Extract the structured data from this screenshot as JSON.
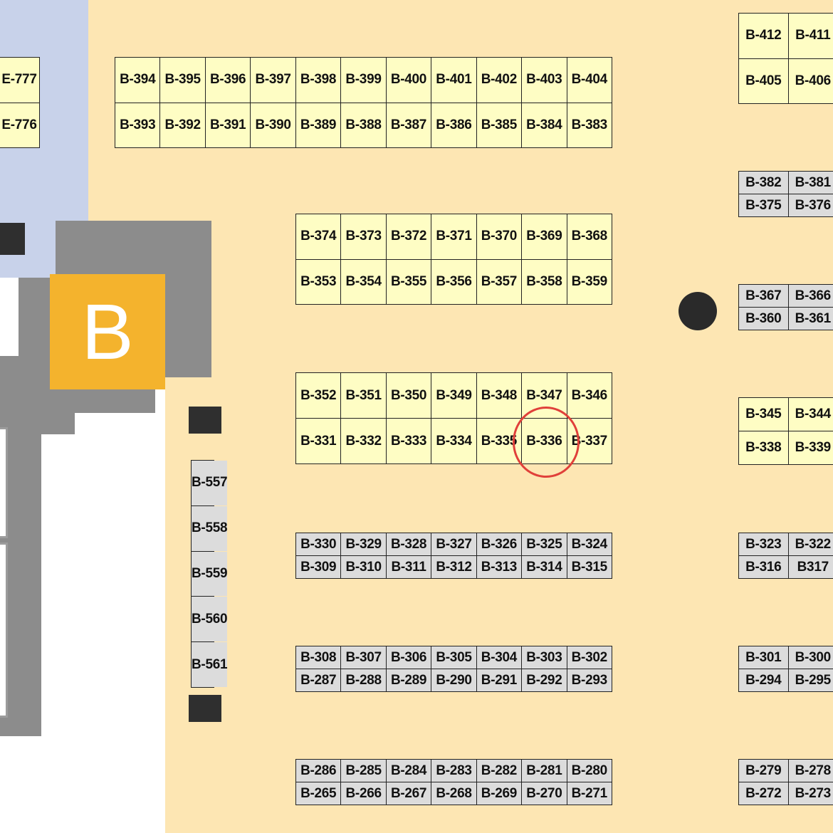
{
  "map": {
    "area_label": "B",
    "highlight_booth": "B-336",
    "colors": {
      "floor": "#fde6b3",
      "corridor": "#c8d2ea",
      "wall": "#8c8c8c",
      "booth_standard": "#fefdc4",
      "booth_grey": "#dcdcdc",
      "area_badge": "#f4b32d",
      "highlight": "#e0403a"
    }
  },
  "blocks": {
    "e_left": [
      [
        "E-777"
      ],
      [
        "E-776"
      ]
    ],
    "top": [
      [
        "B-394",
        "B-395",
        "B-396",
        "B-397",
        "B-398",
        "B-399",
        "B-400",
        "B-401",
        "B-402",
        "B-403",
        "B-404"
      ],
      [
        "B-393",
        "B-392",
        "B-391",
        "B-390",
        "B-389",
        "B-388",
        "B-387",
        "B-386",
        "B-385",
        "B-384",
        "B-383"
      ]
    ],
    "top_right": [
      [
        "B-412",
        "B-411"
      ],
      [
        "B-405",
        "B-406"
      ]
    ],
    "mid1": [
      [
        "B-374",
        "B-373",
        "B-372",
        "B-371",
        "B-370",
        "B-369",
        "B-368"
      ],
      [
        "B-353",
        "B-354",
        "B-355",
        "B-356",
        "B-357",
        "B-358",
        "B-359"
      ]
    ],
    "right1": [
      [
        "B-382",
        "B-381"
      ],
      [
        "B-375",
        "B-376"
      ]
    ],
    "right2": [
      [
        "B-367",
        "B-366"
      ],
      [
        "B-360",
        "B-361"
      ]
    ],
    "mid2": [
      [
        "B-352",
        "B-351",
        "B-350",
        "B-349",
        "B-348",
        "B-347",
        "B-346"
      ],
      [
        "B-331",
        "B-332",
        "B-333",
        "B-334",
        "B-335",
        "B-336",
        "B-337"
      ]
    ],
    "right3": [
      [
        "B-345",
        "B-344"
      ],
      [
        "B-338",
        "B-339"
      ]
    ],
    "grey1": [
      [
        "B-330",
        "B-329",
        "B-328",
        "B-327",
        "B-326",
        "B-325",
        "B-324"
      ],
      [
        "B-309",
        "B-310",
        "B-311",
        "B-312",
        "B-313",
        "B-314",
        "B-315"
      ]
    ],
    "grey1_right": [
      [
        "B-323",
        "B-322"
      ],
      [
        "B-316",
        "B317"
      ]
    ],
    "grey2": [
      [
        "B-308",
        "B-307",
        "B-306",
        "B-305",
        "B-304",
        "B-303",
        "B-302"
      ],
      [
        "B-287",
        "B-288",
        "B-289",
        "B-290",
        "B-291",
        "B-292",
        "B-293"
      ]
    ],
    "grey2_right": [
      [
        "B-301",
        "B-300"
      ],
      [
        "B-294",
        "B-295"
      ]
    ],
    "grey3": [
      [
        "B-286",
        "B-285",
        "B-284",
        "B-283",
        "B-282",
        "B-281",
        "B-280"
      ],
      [
        "B-265",
        "B-266",
        "B-267",
        "B-268",
        "B-269",
        "B-270",
        "B-271"
      ]
    ],
    "grey3_right": [
      [
        "B-279",
        "B-278"
      ],
      [
        "B-272",
        "B-273"
      ]
    ],
    "vertical": [
      [
        "B-557"
      ],
      [
        "B-558"
      ],
      [
        "B-559"
      ],
      [
        "B-560"
      ],
      [
        "B-561"
      ]
    ]
  }
}
